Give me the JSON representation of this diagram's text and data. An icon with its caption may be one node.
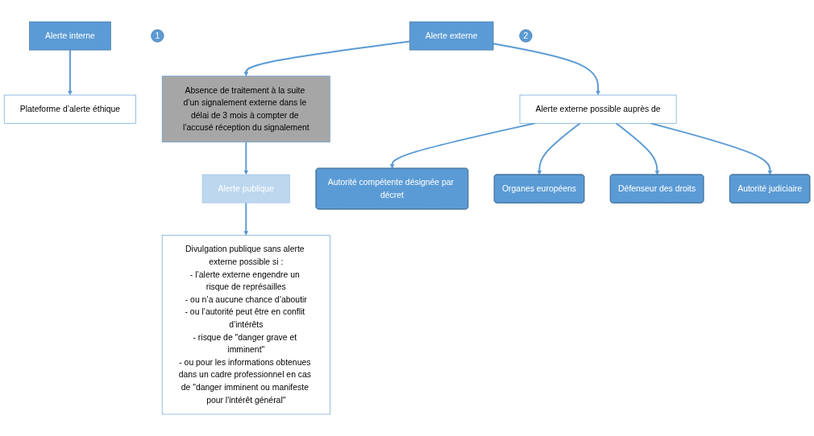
{
  "diagram": {
    "nodes": [
      {
        "text": [
          "Alerte interne"
        ]
      },
      {
        "text": [
          "1"
        ]
      },
      {
        "text": [
          "Alerte externe"
        ]
      },
      {
        "text": [
          "Plateforme d’alerte éthique"
        ]
      },
      {
        "text": [
          "Alerte externe possible auprès de"
        ]
      },
      {
        "text": [
          "Absence de traitement à la suite d’un signalement externe dans le délai de 3 mois à compter de l’accusé réception du signalement"
        ]
      },
      {
        "text": [
          "2"
        ]
      },
      {
        "text": [
          "Alerte publique"
        ]
      },
      {
        "text": [
          "Divulgation publique sans alerte externe possible si :",
          "- l’alerte externe engendre un risque de représailles",
          "- ou n’a aucune chance d’aboutir",
          "- ou l’autorité peut être en conflit d’intérêts",
          "- risque de \"danger grave et imminent\"",
          "- ou pour les informations obtenues dans un cadre professionnel en cas de \"danger imminent ou manifeste pour l'intérêt général\""
        ]
      },
      {
        "text": [
          "Autorité compétente désignée par décret"
        ]
      },
      {
        "text": [
          "Organes européens"
        ]
      },
      {
        "text": [
          "Défenseur des droits"
        ]
      },
      {
        "text": [
          "Autorité judiciaire"
        ]
      }
    ],
    "edges": [
      {
        "from": 0,
        "to": 3,
        "arrow": "to"
      },
      {
        "from": 2,
        "to": 4,
        "arrow": "to"
      },
      {
        "from": 2,
        "to": 5,
        "arrow": "to"
      },
      {
        "from": 5,
        "to": 7,
        "arrow": "to"
      },
      {
        "from": 7,
        "to": 8,
        "arrow": "to"
      },
      {
        "from": 4,
        "to": 9,
        "arrow": "to"
      },
      {
        "from": 4,
        "to": 11,
        "arrow": "to"
      },
      {
        "from": 4,
        "to": 10,
        "arrow": "to"
      },
      {
        "from": 4,
        "to": 12,
        "arrow": "to"
      }
    ]
  }
}
